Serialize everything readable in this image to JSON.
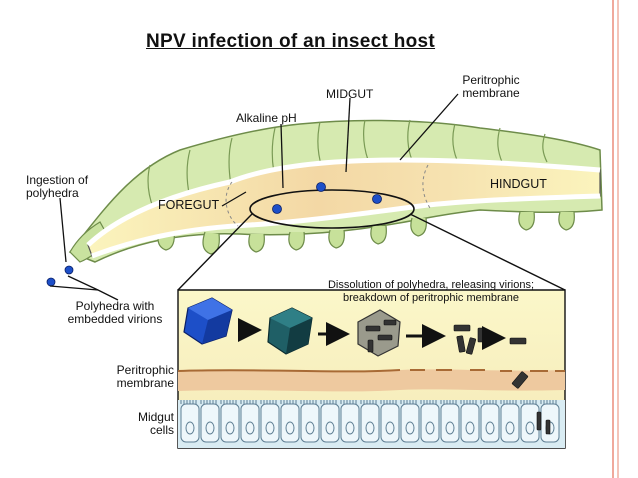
{
  "title": "NPV infection of an insect host",
  "labels": {
    "midgut": "MIDGUT",
    "peritrophic_top": [
      "Peritrophic",
      "membrane"
    ],
    "alkaline": "Alkaline pH",
    "ingestion": [
      "Ingestion of",
      "polyhedra"
    ],
    "foregut": "FOREGUT",
    "hindgut": "HINDGUT",
    "polyhedra": [
      "Polyhedra with",
      "embedded virions"
    ],
    "dissolution": [
      "Dissolution of polyhedra, releasing virions;",
      "breakdown of peritrophic membrane"
    ],
    "peritrophic_bottom": [
      "Peritrophic",
      "membrane"
    ],
    "midgut_cells": [
      "Midgut",
      "cells"
    ]
  },
  "colors": {
    "caterpillar": "#cfe6a8",
    "gut": "#faf3b8",
    "midgut": "#f3d7a2",
    "polyhedron": "#1d4fc8",
    "inset": "#fbf7c9",
    "cells": "#cfe8f3",
    "arrow": "#111111"
  }
}
